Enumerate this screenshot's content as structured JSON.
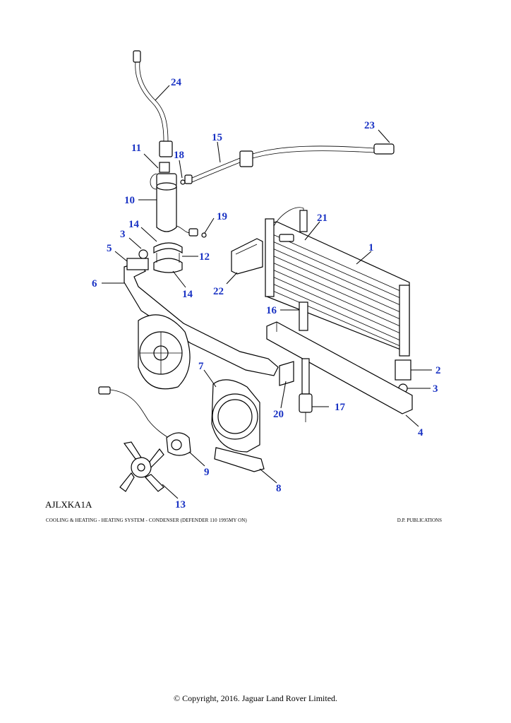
{
  "diagram": {
    "code": "AJLXKA1A",
    "callouts": [
      "1",
      "2",
      "3",
      "3",
      "4",
      "5",
      "6",
      "7",
      "8",
      "9",
      "10",
      "11",
      "12",
      "13",
      "14",
      "14",
      "15",
      "16",
      "17",
      "18",
      "19",
      "20",
      "21",
      "22",
      "23",
      "24"
    ]
  },
  "footer": {
    "title": "COOLING & HEATING - HEATING SYSTEM - CONDENSER (DEFENDER 110 1995MY ON)",
    "publisher": "D.P. PUBLICATIONS",
    "copyright": "© Copyright, 2016. Jaguar Land Rover Limited."
  },
  "colors": {
    "callout": "#1a33c4",
    "line": "#000000",
    "background": "#ffffff"
  }
}
